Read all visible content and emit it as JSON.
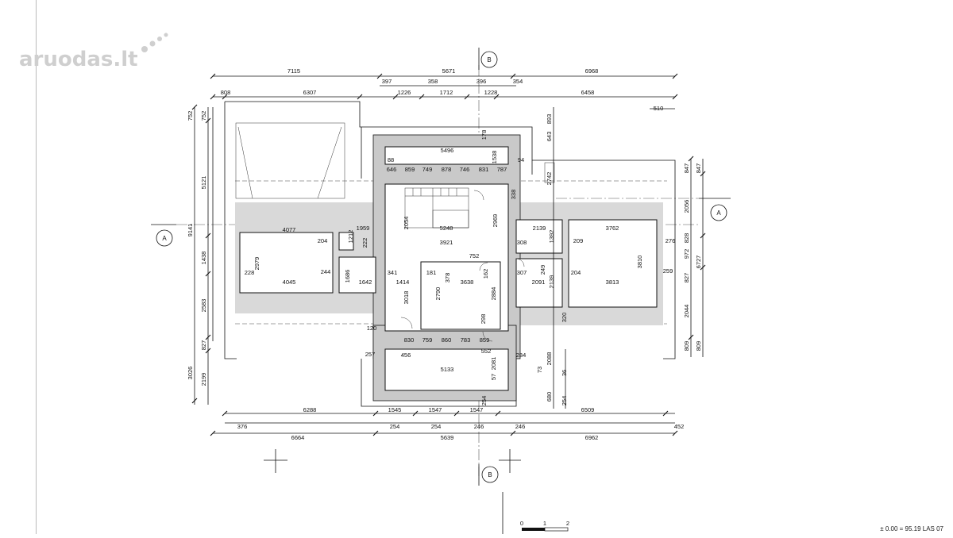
{
  "logo": {
    "text": "aruodas.lt"
  },
  "elevation_note": "± 0.00 = 95.19 LAS 07",
  "section_markers": {
    "top": "B",
    "bottom": "B",
    "left": "A",
    "right": "A"
  },
  "scale_bar": {
    "labels": [
      "0",
      "1",
      "2"
    ]
  },
  "dims": {
    "top_row1": [
      "7115",
      "5671",
      "6968"
    ],
    "top_row2": [
      "397",
      "358",
      "396",
      "354"
    ],
    "top_row3": [
      "808",
      "6307",
      "1226",
      "1712",
      "1228",
      "6458"
    ],
    "top_extra": "510",
    "left_outer": [
      "752",
      "9141",
      "3026"
    ],
    "left_inner": [
      "752",
      "5121",
      "1438",
      "2583",
      "827",
      "2199"
    ],
    "right_outer": [
      "847",
      "6727",
      "809"
    ],
    "right_inner": [
      "847",
      "2056",
      "972",
      "828",
      "827",
      "2044",
      "809"
    ],
    "bottom_row1": [
      "6288",
      "1545",
      "1547",
      "1547",
      "6509"
    ],
    "bottom_row2": [
      "376",
      "254",
      "254",
      "246",
      "246",
      "452"
    ],
    "bottom_row3": [
      "6664",
      "5639",
      "6962"
    ],
    "center_vert": [
      "893",
      "643",
      "2742",
      "320",
      "2088",
      "73",
      "36",
      "680",
      "254"
    ],
    "rooms": [
      "5496",
      "178",
      "1538",
      "88",
      "94",
      "646",
      "859",
      "749",
      "878",
      "746",
      "831",
      "787",
      "338",
      "4077",
      "1959",
      "204",
      "1212",
      "222",
      "2979",
      "228",
      "4045",
      "244",
      "1686",
      "1642",
      "341",
      "1414",
      "3018",
      "2054",
      "5248",
      "2969",
      "3921",
      "308",
      "752",
      "162",
      "181",
      "378",
      "3638",
      "2790",
      "2884",
      "298",
      "2139",
      "1392",
      "209",
      "3762",
      "276",
      "307",
      "249",
      "2091",
      "2139",
      "204",
      "3810",
      "3813",
      "259",
      "120",
      "830",
      "759",
      "860",
      "783",
      "859",
      "257",
      "456",
      "552",
      "284",
      "5133",
      "2081",
      "57",
      "254"
    ]
  }
}
